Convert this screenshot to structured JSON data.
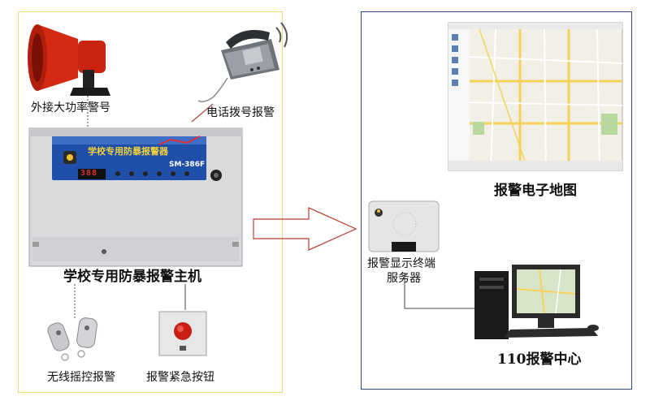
{
  "left_panel": {
    "horn_label": "外接大功率警号",
    "phone_label": "电话拨号报警",
    "main_unit": {
      "label": "学校专用防暴报警主机",
      "panel_title": "学校专用防暴报警器",
      "model": "SM-386F",
      "display": "388"
    },
    "remote_label": "无线摇控报警",
    "button_label": "报警紧急按钮"
  },
  "right_panel": {
    "map_label": "报警电子地图",
    "terminal_label_line1": "报警显示终端",
    "terminal_label_line2": "服务器",
    "center_label": "110报警中心"
  },
  "colors": {
    "left_border": "#e8d97a",
    "right_border": "#2c4a8c",
    "arrow": "#c0392b",
    "horn": "#d42a14",
    "unit_panel": "#1f4fa8",
    "display": "#e03030"
  }
}
